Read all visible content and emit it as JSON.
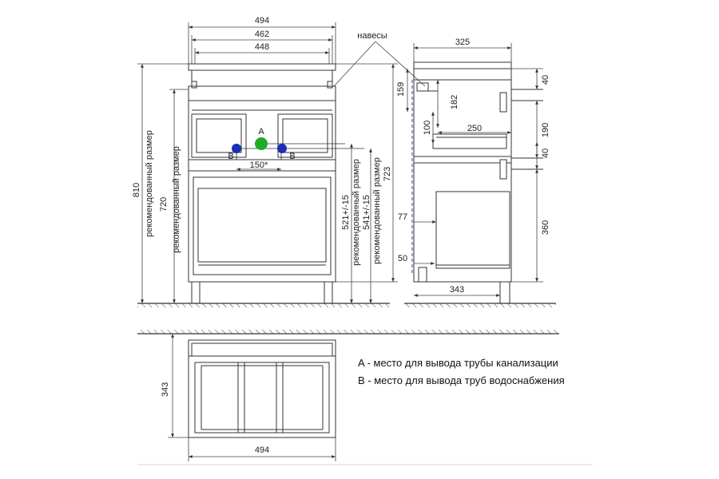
{
  "front": {
    "width_outer": "494",
    "width_mid": "462",
    "width_inner": "448",
    "pipe_spacing": "150*",
    "h_total": "810",
    "h_total_label": "рекомендованный размер",
    "h_720": "720",
    "h_720_label": "рекомендованный размер",
    "h_521": "521+/-15",
    "h_521_label": "рекомендованный размер",
    "h_541": "541+/-15",
    "h_541_label": "рекомендованный размер",
    "h_723": "723",
    "marker_a": "A",
    "marker_b_left": "B",
    "marker_b_right": "B"
  },
  "side": {
    "depth_top": "325",
    "depth_bottom": "343",
    "hanger_label": "навесы",
    "d_159": "159",
    "d_182": "182",
    "d_100": "100",
    "d_250": "250",
    "d_77": "77",
    "d_50": "50",
    "d_40_top": "40",
    "d_190": "190",
    "d_40_mid": "40",
    "d_360": "360"
  },
  "plan": {
    "width": "494",
    "depth": "343"
  },
  "legend": {
    "a": "A - место для вывода трубы канализации",
    "b": "B - место для вывода труб водоснабжения"
  },
  "colors": {
    "line": "#333333",
    "dimension": "#444444",
    "marker_a": "#1faa2a",
    "marker_b": "#1a2fb5"
  }
}
